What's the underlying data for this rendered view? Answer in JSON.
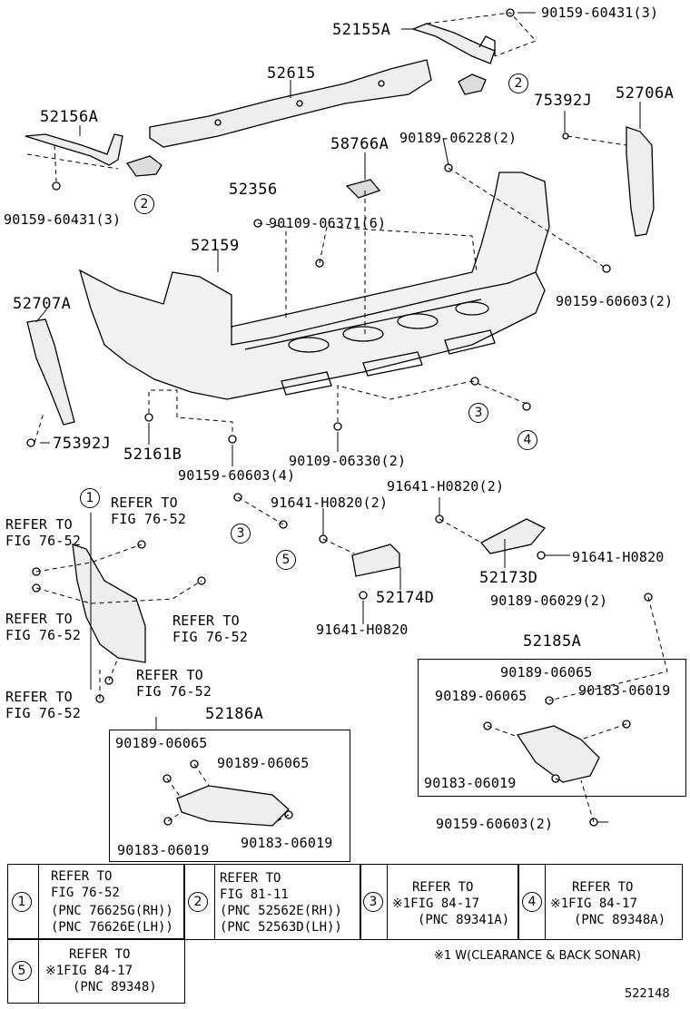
{
  "labels": {
    "p52155A": "52155A",
    "p90159_60431_top": "90159-60431(3)",
    "p52615": "52615",
    "p52706A": "52706A",
    "p75392J_top": "75392J",
    "p52156A": "52156A",
    "p58766A": "58766A",
    "p90189_06228": "90189-06228(2)",
    "p90159_60431_left": "90159-60431(3)",
    "p52356": "52356",
    "p90109_06371": "90109-06371(6)",
    "p52159": "52159",
    "p90159_60603_right": "90159-60603(2)",
    "p52707A": "52707A",
    "p75392J_bot": "75392J",
    "p52161B": "52161B",
    "p90109_06330": "90109-06330(2)",
    "p90159_60603_4": "90159-60603(4)",
    "p91641_H0820_2a": "91641-H0820(2)",
    "p91641_H0820_2b": "91641-H0820(2)",
    "p91641_H0820_r": "91641-H0820",
    "p52173D": "52173D",
    "p52174D": "52174D",
    "p91641_H0820_b": "91641-H0820",
    "p90189_06029": "90189-06029(2)",
    "p52185A": "52185A",
    "p52186A": "52186A",
    "p90189_06065_a": "90189-06065",
    "p90189_06065_b": "90189-06065",
    "p90183_06019_a": "90183-06019",
    "p90183_06019_b": "90183-06019",
    "p90189_06065_c": "90189-06065",
    "p90189_06065_d": "90189-06065",
    "p90183_06019_c": "90183-06019",
    "p90183_06019_d": "90183-06019",
    "p90159_60603_bot": "90159-60603(2)",
    "refer_a": "REFER TO",
    "refer_a2": "FIG 76-52",
    "refer_b": "REFER TO",
    "refer_b2": "FIG 76-52",
    "refer_c": "REFER TO",
    "refer_c2": "FIG 76-52",
    "refer_d": "REFER TO",
    "refer_d2": "FIG 76-52",
    "refer_e": "REFER TO",
    "refer_e2": "FIG 76-52",
    "refer_f": "REFER TO",
    "refer_f2": "FIG 76-52"
  },
  "callouts": [
    "1",
    "2",
    "3",
    "4",
    "5"
  ],
  "legend": {
    "c1": {
      "num": "1",
      "l1": "REFER TO",
      "l2": "FIG 76-52",
      "l3": "(PNC 76625G(RH))",
      "l4": "(PNC 76626E(LH))"
    },
    "c2": {
      "num": "2",
      "l1": "REFER TO",
      "l2": "FIG 81-11",
      "l3": "(PNC 52562E(RH))",
      "l4": "(PNC 52563D(LH))"
    },
    "c3": {
      "num": "3",
      "l1": "REFER TO",
      "l2": "※1FIG 84-17",
      "l3": "(PNC 89341A)"
    },
    "c4": {
      "num": "4",
      "l1": "REFER TO",
      "l2": "※1FIG 84-17",
      "l3": "(PNC 89348A)"
    },
    "c5": {
      "num": "5",
      "l1": "REFER TO",
      "l2": "※1FIG 84-17",
      "l3": "(PNC 89348)"
    },
    "note": "※1 W(CLEARANCE & BACK SONAR)"
  },
  "figure_id": "522148"
}
